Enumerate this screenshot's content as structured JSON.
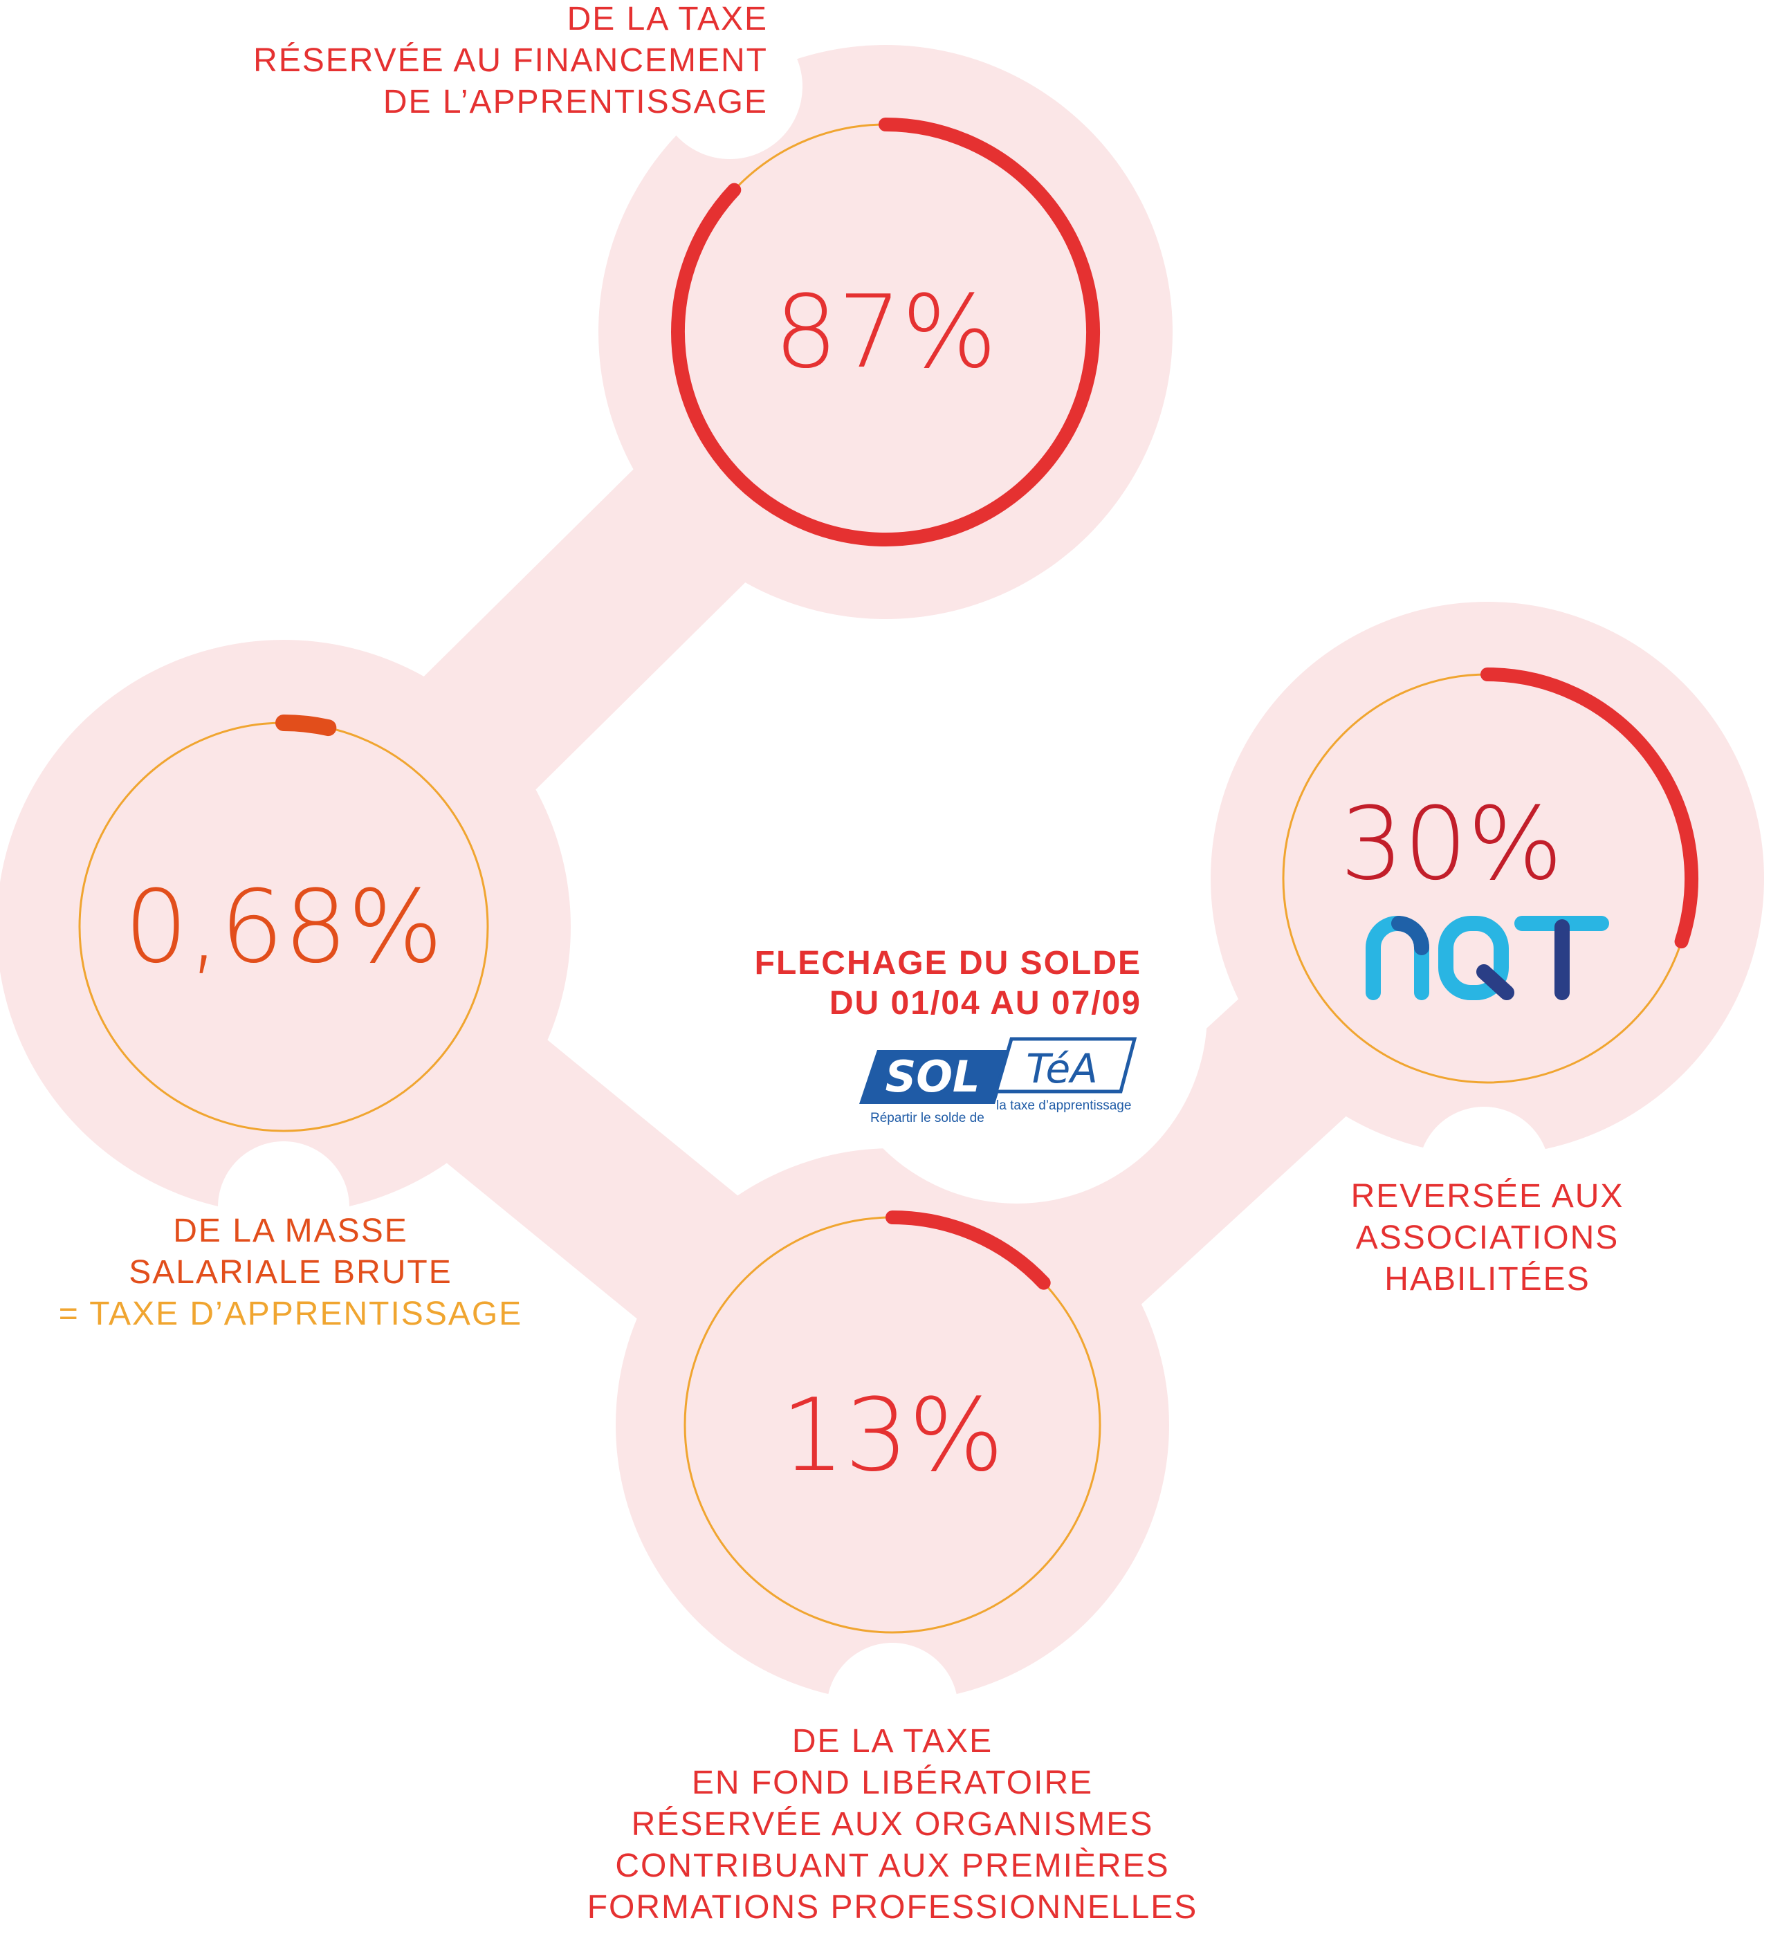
{
  "colors": {
    "background": "#ffffff",
    "halo": "#fbe6e7",
    "red": "#e53131",
    "orange_red": "#e24e1b",
    "orange_thin": "#f0a530",
    "dark_red": "#c21e2a",
    "nqt_cyan": "#29b5e3",
    "nqt_blue": "#1f61a8",
    "nqt_navy": "#2a3e86",
    "soltea_blue": "#1f5ba6"
  },
  "nodes": {
    "top": {
      "value": "87%",
      "arc_fraction": 0.87,
      "caption": [
        "DE LA TAXE",
        "RÉSERVÉE AU FINANCEMENT",
        "DE L’APPRENTISSAGE"
      ]
    },
    "left": {
      "value": "0,68%",
      "arc_fraction": 0.0068,
      "caption": [
        "DE LA MASSE",
        "SALARIALE BRUTE"
      ],
      "caption_highlight": "= TAXE D’APPRENTISSAGE"
    },
    "right": {
      "value": "30%",
      "arc_fraction": 0.3,
      "logo_text": "NQT",
      "caption": [
        "REVERSÉE AUX",
        "ASSOCIATIONS",
        "HABILITÉES"
      ]
    },
    "bottom": {
      "value": "13%",
      "arc_fraction": 0.13,
      "caption": [
        "DE LA TAXE",
        "EN FOND LIBÉRATOIRE",
        "RÉSERVÉE AUX ORGANISMES",
        "CONTRIBUANT AUX PREMIÈRES",
        "FORMATIONS PROFESSIONNELLES"
      ]
    }
  },
  "fleche": {
    "title": [
      "FLECHAGE DU SOLDE",
      "DU 01/04 AU 07/09"
    ],
    "logo": {
      "sol": "SOL",
      "tea": "TéA",
      "left_tagline": "Répartir le solde de",
      "right_tagline": "la taxe d’apprentissage"
    }
  }
}
